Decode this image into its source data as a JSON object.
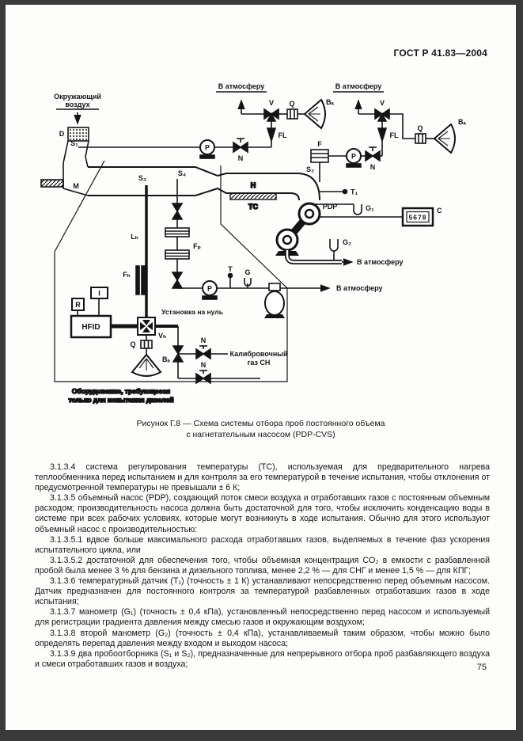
{
  "page": {
    "header": "ГОСТ Р 41.83—2004",
    "number": "75"
  },
  "figure": {
    "caption_line1": "Рисунок Г.8 — Схема системы отбора проб постоянного объема",
    "caption_line2": "с нагнетательным насосом (PDP-CVS)",
    "labels": {
      "ambient_air_line1": "Окружающий",
      "ambient_air_line2": "воздух",
      "to_atmosphere": "В атмосферу",
      "d": "D",
      "s1": "S₁",
      "m": "M",
      "p": "P",
      "n": "N",
      "v": "V",
      "q": "Q",
      "fl": "FL",
      "f": "F",
      "ba": "Bₐ",
      "s2": "S₂",
      "s3": "S₃",
      "s4": "S₄",
      "h": "H",
      "tc": "TC",
      "pdp": "PDP",
      "t1": "T₁",
      "g1": "G₁",
      "g2": "G₂",
      "c": "C",
      "counter": "5678",
      "lh": "Lₕ",
      "fp": "Fₚ",
      "fh": "Fₕ",
      "r": "R",
      "i": "I",
      "hfid": "HFID",
      "zero_set": "Установка на нуль",
      "vh": "Vₕ",
      "t": "T",
      "g": "G",
      "cal_gas_line1": "Калибровочный",
      "cal_gas_line2": "газ СН",
      "diesel_only_line1": "Оборудование, требующееся",
      "diesel_only_line2": "только для испытания дизелей"
    }
  },
  "paragraphs": [
    "3.1.3.4 система регулирования температуры (ТС), используемая для предварительного нагрева теплообменника перед испытанием и для контроля за его температурой в течение испытания, чтобы отклонения от предусмотренной температуры не превышали ± 6 К;",
    "3.1.3.5 объемный насос (PDP), создающий поток смеси воздуха и отработавших газов с постоянным объемным расходом; производительность насоса должна быть достаточной для того, чтобы исключить конденсацию воды в системе при всех рабочих условиях, которые могут возникнуть в ходе испытания. Обычно для этого используют объемный насос с производительностью:",
    "3.1.3.5.1 вдвое больше максимального расхода отработавших газов, выделяемых в течение фаз ускорения испытательного цикла, или",
    "3.1.3.5.2 достаточной для обеспечения того, чтобы объемная концентрация CO₂ в емкости с разбавленной пробой была менее 3 % для бензина и дизельного топлива, менее 2,2 % — для СНГ и менее 1,5 % — для КПГ;",
    "3.1.3.6 температурный датчик (T₁) (точность ± 1 К) устанавливают непосредственно перед объемным насосом. Датчик предназначен для постоянного контроля за температурой разбавленных отработавших газов в ходе испытания;",
    "3.1.3.7 манометр (G₁) (точность ± 0,4 кПа), установленный непосредственно перед насосом и используемый для регистрации градиента давления между смесью газов и окружающим воздухом;",
    "3.1.3.8 второй манометр (G₂) (точность ± 0,4 кПа), устанавливаемый таким образом, чтобы можно было определять перепад давления между входом и выходом насоса;",
    "3.1.3.9 два пробоотборника (S₁ и S₂), предназначенные для непрерывного отбора проб разбавляющего воздуха и смеси отработавших газов и воздуха;"
  ]
}
